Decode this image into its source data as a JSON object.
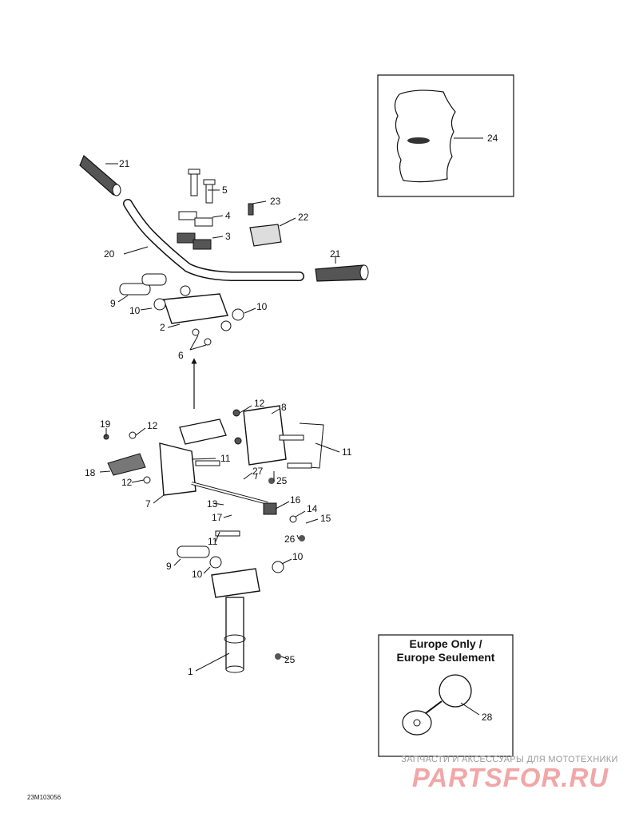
{
  "callouts": {
    "c1": "1",
    "c2": "2",
    "c3": "3",
    "c4": "4",
    "c5": "5",
    "c6": "6",
    "c7": "7",
    "c8": "8",
    "c9a": "9",
    "c9b": "9",
    "c10a": "10",
    "c10b": "10",
    "c10c": "10",
    "c10d": "10",
    "c11a": "11",
    "c11b": "11",
    "c11c": "11",
    "c12a": "12",
    "c12b": "12",
    "c12c": "12",
    "c13": "13",
    "c14": "14",
    "c15": "15",
    "c16": "16",
    "c17": "17",
    "c18": "18",
    "c19": "19",
    "c20": "20",
    "c21a": "21",
    "c21b": "21",
    "c22": "22",
    "c23": "23",
    "c24": "24",
    "c25a": "25",
    "c25b": "25",
    "c26": "26",
    "c27": "27",
    "c28": "28"
  },
  "inset_europe": {
    "title_line1": "Europe Only /",
    "title_line2": "Europe Seulement"
  },
  "drawing_code": "23M103056",
  "watermark": {
    "subtitle": "ЗАПЧАСТИ И АКСЕССУАРЫ ДЛЯ МОТОТЕХНИКИ",
    "logo": "PARTSFOR.RU"
  },
  "colors": {
    "line": "#111111",
    "watermark": "#f1a7a7"
  }
}
